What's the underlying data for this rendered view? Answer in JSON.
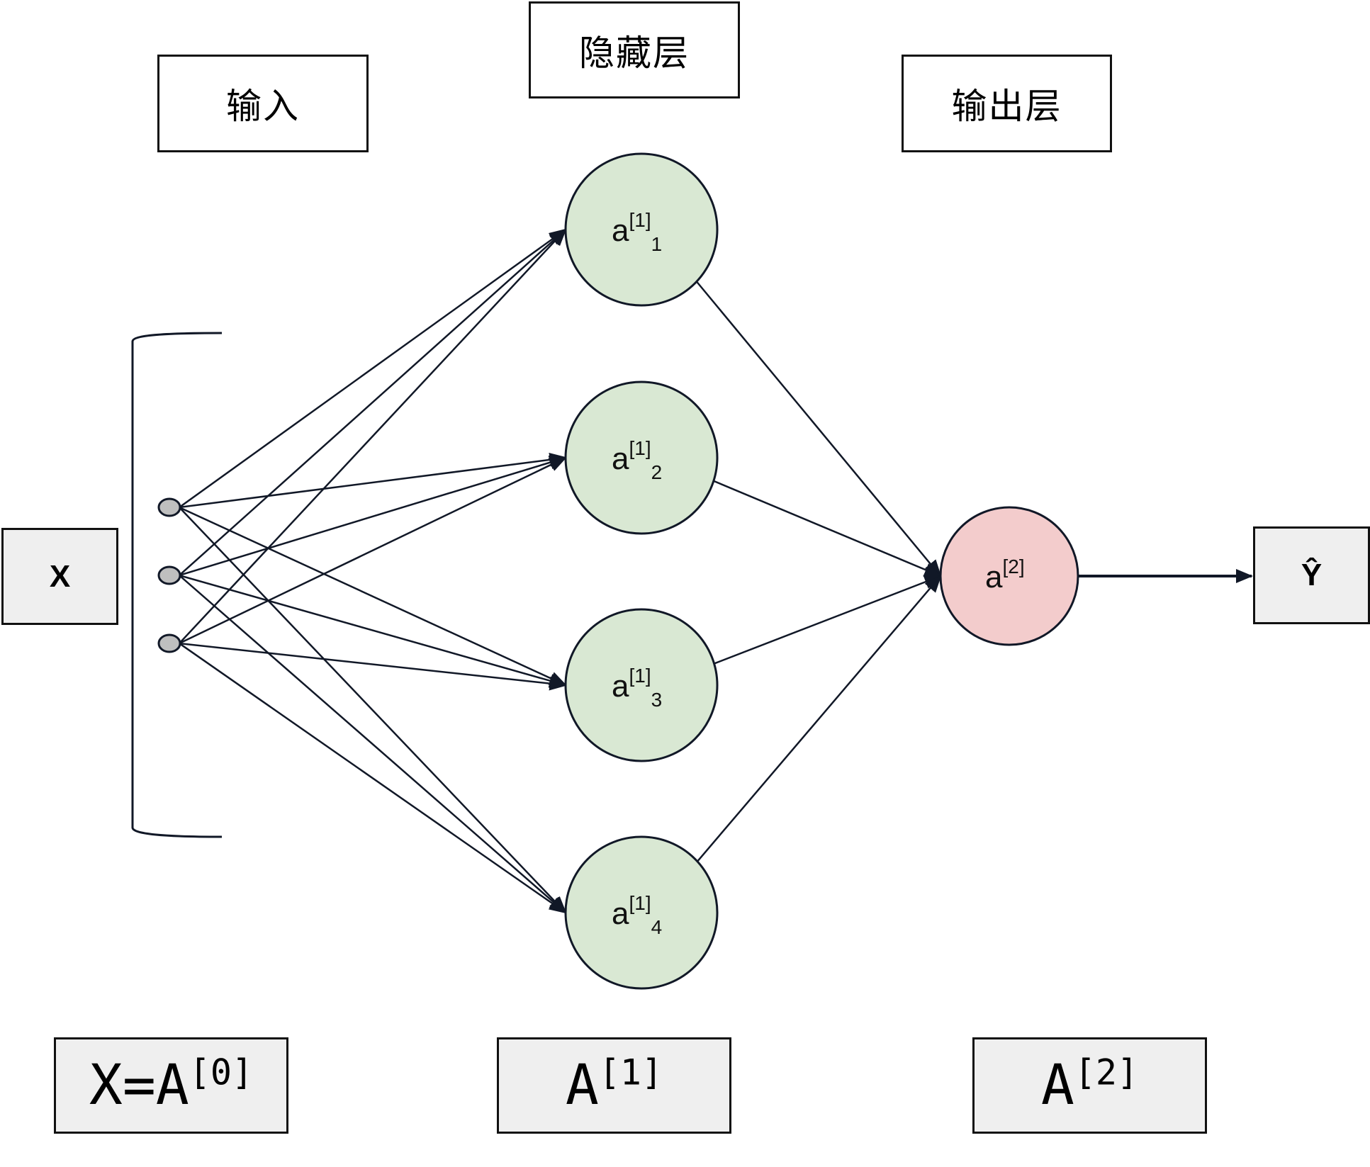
{
  "title_boxes": {
    "input": "输入",
    "hidden": "隐藏层",
    "output": "输出层"
  },
  "input_box": {
    "label": "X"
  },
  "output_box": {
    "label": "Ŷ"
  },
  "bottom_boxes": [
    {
      "base": "X=A",
      "sup": "[0]"
    },
    {
      "base": "A",
      "sup": "[1]"
    },
    {
      "base": "A",
      "sup": "[2]"
    }
  ],
  "input_nodes": 3,
  "hidden_nodes": [
    {
      "base": "a",
      "sup": "[1]",
      "sub": "1"
    },
    {
      "base": "a",
      "sup": "[1]",
      "sub": "2"
    },
    {
      "base": "a",
      "sup": "[1]",
      "sub": "3"
    },
    {
      "base": "a",
      "sup": "[1]",
      "sub": "4"
    }
  ],
  "output_node": {
    "base": "a",
    "sup": "[2]"
  },
  "colors": {
    "hidden_fill": "#d9e8d3",
    "output_fill": "#f3cccc",
    "input_node_fill": "#bfbfbf",
    "stroke": "#111827",
    "label_box_fill": "#efefef"
  }
}
